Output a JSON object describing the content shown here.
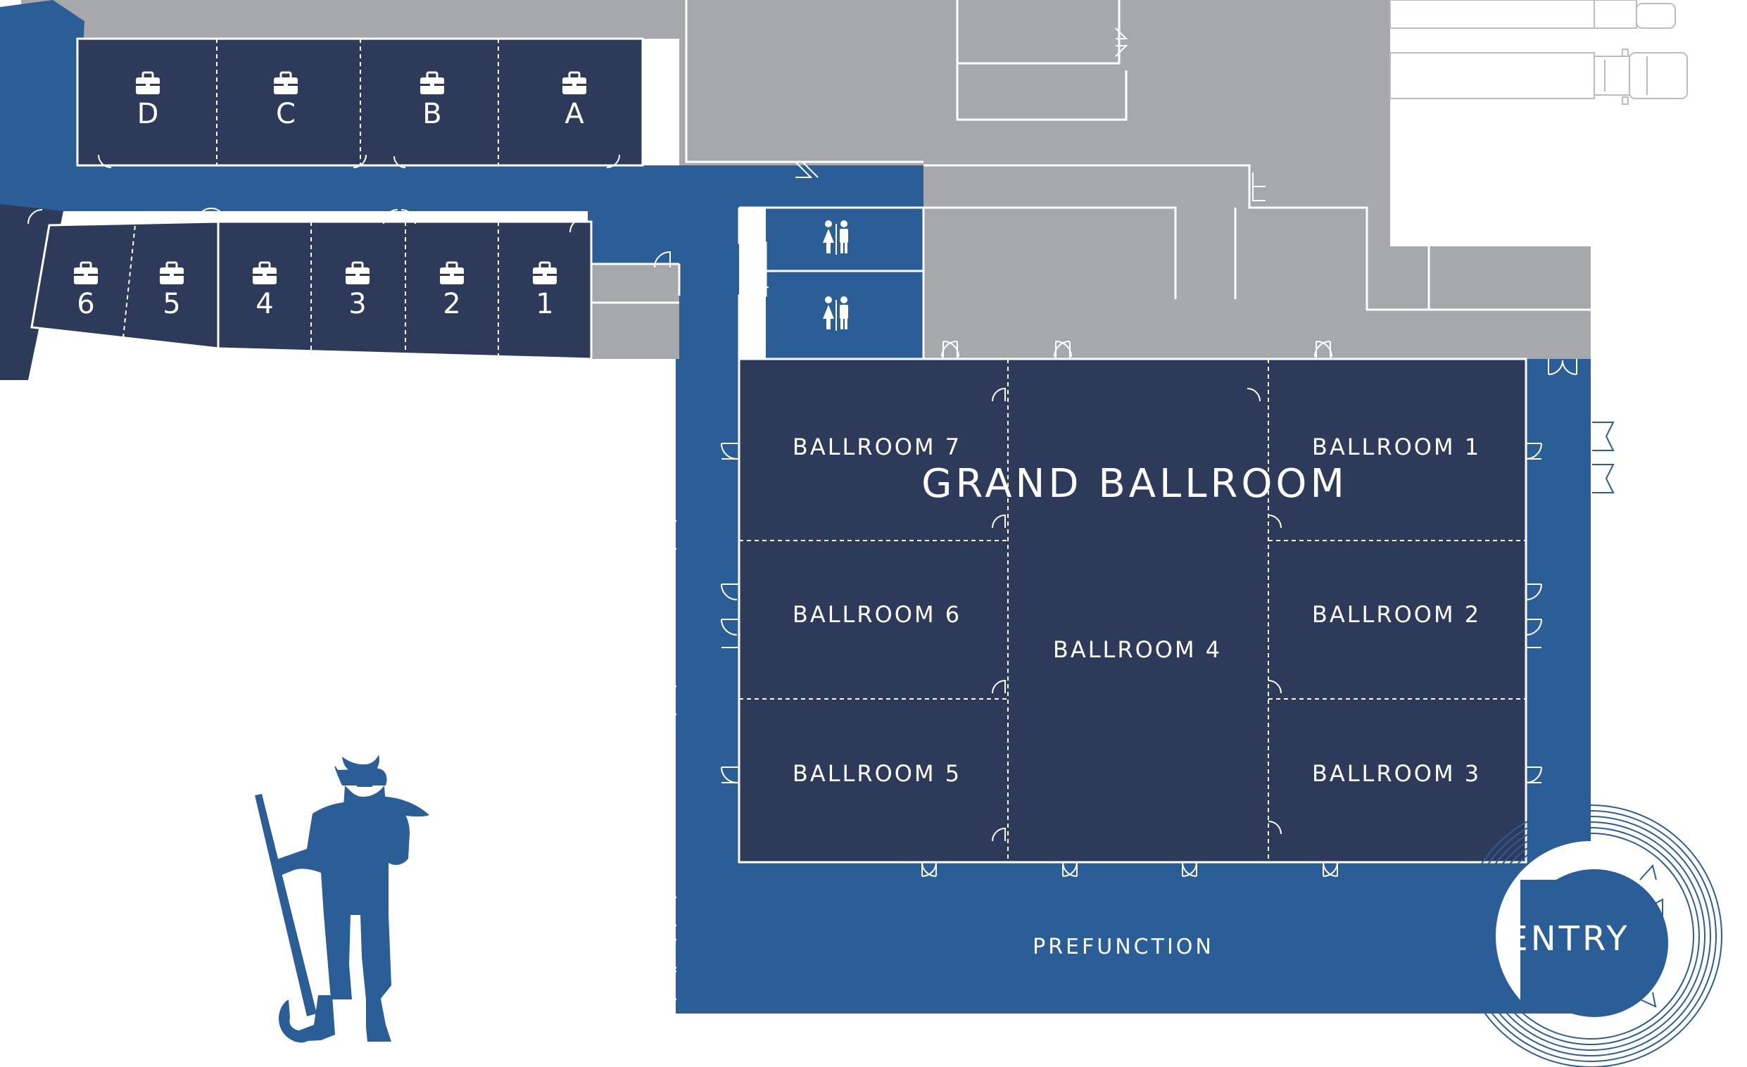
{
  "colors": {
    "corridor_blue": "#2b5d97",
    "room_navy": "#2e3a59",
    "service_gray": "#a6a8ab",
    "white": "#ffffff"
  },
  "map": {
    "grand_title": "GRAND BALLROOM",
    "ballrooms": [
      {
        "id": "br1",
        "label": "BALLROOM 1"
      },
      {
        "id": "br2",
        "label": "BALLROOM 2"
      },
      {
        "id": "br3",
        "label": "BALLROOM 3"
      },
      {
        "id": "br4",
        "label": "BALLROOM 4"
      },
      {
        "id": "br5",
        "label": "BALLROOM 5"
      },
      {
        "id": "br6",
        "label": "BALLROOM 6"
      },
      {
        "id": "br7",
        "label": "BALLROOM 7"
      }
    ],
    "meeting_rooms_upper": [
      "D",
      "C",
      "B",
      "A"
    ],
    "meeting_rooms_lower": [
      "6",
      "5",
      "4",
      "3",
      "2",
      "1"
    ],
    "prefunction_label": "PREFUNCTION",
    "entry_label": "ENTRY",
    "icons": {
      "meeting_room": "briefcase-icon",
      "restroom": "restroom-icon",
      "statue": "miner-statue-silhouette",
      "trucks": "truck-icon"
    }
  }
}
